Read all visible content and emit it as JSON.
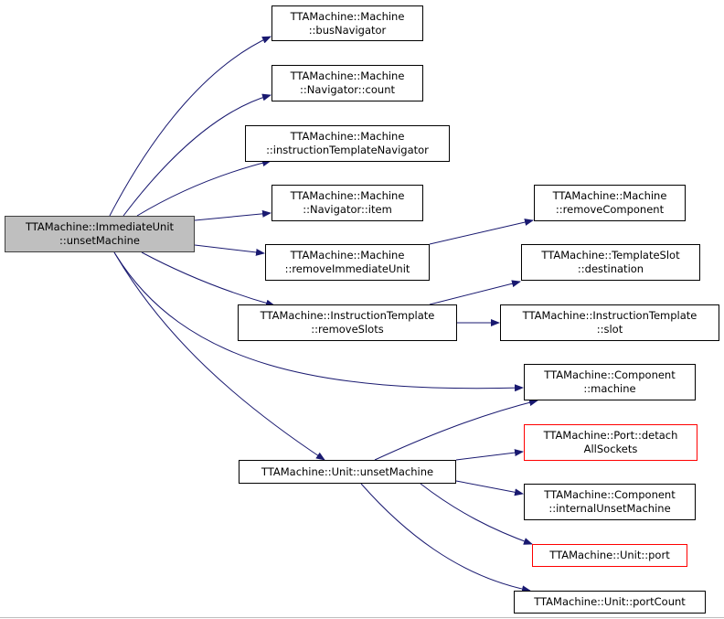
{
  "colors": {
    "edge": "#191970",
    "root_fill": "#bfbfbf",
    "node_border": "#000000",
    "broken_border": "#ff0000"
  },
  "nodes": {
    "root": [
      "TTAMachine::ImmediateUnit",
      "::unsetMachine"
    ],
    "busNavigator": [
      "TTAMachine::Machine",
      "::busNavigator"
    ],
    "navigatorCount": [
      "TTAMachine::Machine",
      "::Navigator::count"
    ],
    "itNavigator": [
      "TTAMachine::Machine",
      "::instructionTemplateNavigator"
    ],
    "navigatorItem": [
      "TTAMachine::Machine",
      "::Navigator::item"
    ],
    "removeIU": [
      "TTAMachine::Machine",
      "::removeImmediateUnit"
    ],
    "removeSlots": [
      "TTAMachine::InstructionTemplate",
      "::removeSlots"
    ],
    "removeComponent": [
      "TTAMachine::Machine",
      "::removeComponent"
    ],
    "destination": [
      "TTAMachine::TemplateSlot",
      "::destination"
    ],
    "slot": [
      "TTAMachine::InstructionTemplate",
      "::slot"
    ],
    "machine": [
      "TTAMachine::Component",
      "::machine"
    ],
    "unitUnset": [
      "TTAMachine::Unit::unsetMachine"
    ],
    "detachAll": [
      "TTAMachine::Port::detach",
      "AllSockets"
    ],
    "internalUnset": [
      "TTAMachine::Component",
      "::internalUnsetMachine"
    ],
    "port": [
      "TTAMachine::Unit::port"
    ],
    "portCount": [
      "TTAMachine::Unit::portCount"
    ]
  }
}
